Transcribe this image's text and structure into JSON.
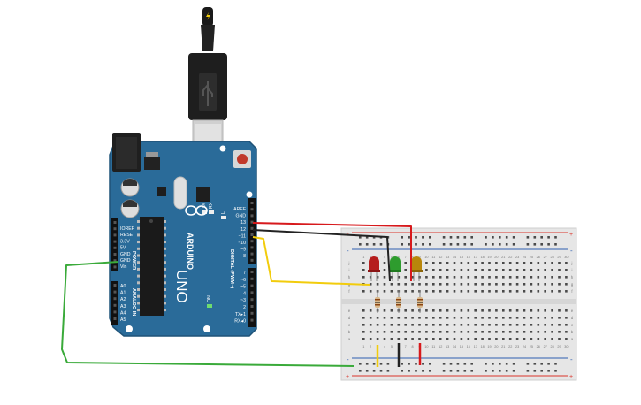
{
  "colors": {
    "board": "#2a6b99",
    "board_edge": "#1f5378",
    "breadboard": "#e6e6e6",
    "rail_red": "#d9342b",
    "rail_blue": "#2f5fb0",
    "wire_red": "#d7191c",
    "wire_black": "#222222",
    "wire_yellow": "#f2cc0c",
    "wire_green": "#3aaa3a",
    "led_red": "#b51d1d",
    "led_green": "#2e9c2e",
    "led_yellow": "#b8860b",
    "usb_plug": "#222222",
    "usb_metal": "#cfcfcf"
  },
  "arduino": {
    "brand": "ARDUINO",
    "model": "UNO",
    "power_header": [
      "IOREF",
      "RESET",
      "3.3V",
      "5V",
      "GND",
      "GND",
      "Vin"
    ],
    "power_label": "POWER",
    "analog_header": [
      "A0",
      "A1",
      "A2",
      "A3",
      "A4",
      "A5"
    ],
    "analog_label": "ANALOG IN",
    "top_labels": [
      "AREF",
      "GND",
      "13",
      "12",
      "~11",
      "~10",
      "~9",
      "8"
    ],
    "bottom_labels": [
      "7",
      "~6",
      "~5",
      "4",
      "~3",
      "2",
      "TX▸1",
      "RX◂0"
    ],
    "digital_label": "DIGITAL (PWM~)",
    "tx_label": "TX",
    "rx_label": "RX",
    "l_label": "L",
    "on_label": "ON"
  },
  "breadboard": {
    "row_letters_top": [
      "j",
      "i",
      "h",
      "g",
      "f"
    ],
    "row_letters_bottom": [
      "e",
      "d",
      "c",
      "b",
      "a"
    ],
    "columns": [
      "1",
      "2",
      "3",
      "4",
      "5",
      "6",
      "7",
      "8",
      "9",
      "10",
      "11",
      "12",
      "13",
      "14",
      "15",
      "16",
      "17",
      "18",
      "19",
      "20",
      "21",
      "22",
      "23",
      "24",
      "25",
      "26",
      "27",
      "28",
      "29",
      "30"
    ],
    "rail_plus": "+",
    "rail_minus": "-"
  }
}
